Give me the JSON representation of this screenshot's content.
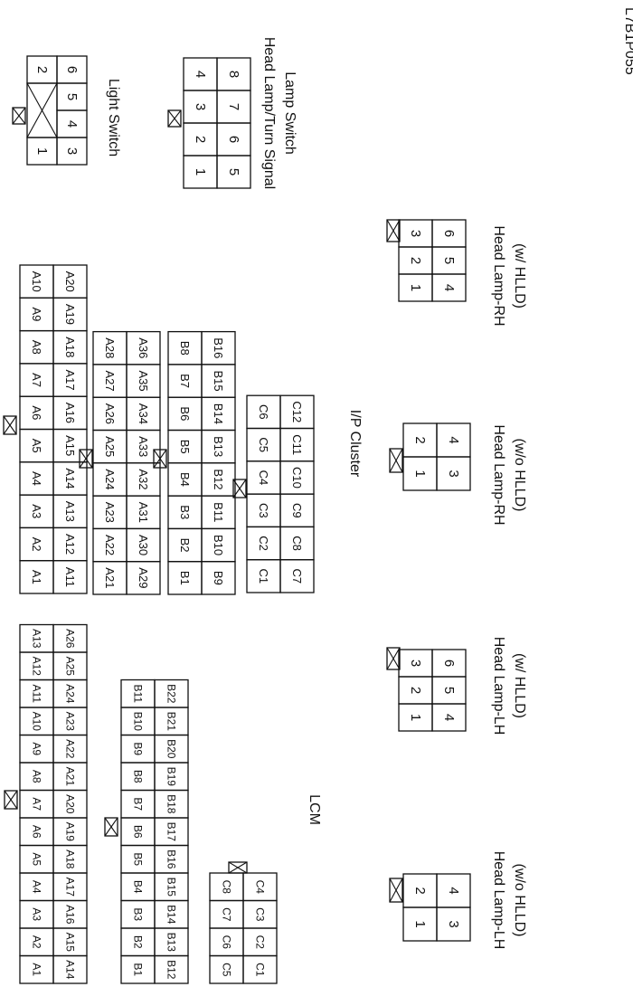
{
  "figure_code": "L7B1P055",
  "light_switch": {
    "label": "Light Switch",
    "row1": [
      "1",
      "",
      "2"
    ],
    "row2": [
      "3",
      "4",
      "5",
      "6"
    ]
  },
  "turn_signal_switch": {
    "label_line1": "Head Lamp/Turn Signal",
    "label_line2": "Lamp Switch",
    "row1": [
      "1",
      "2",
      "3",
      "4"
    ],
    "row2": [
      "5",
      "6",
      "7",
      "8"
    ]
  },
  "ip_cluster": {
    "label": "I/P Cluster",
    "connector_a": {
      "row1": [
        "A1",
        "A2",
        "A3",
        "A4",
        "A5",
        "A6",
        "A7",
        "A8",
        "A9",
        "A10"
      ],
      "row2": [
        "A11",
        "A12",
        "A13",
        "A14",
        "A15",
        "A16",
        "A17",
        "A18",
        "A19",
        "A20"
      ]
    },
    "connector_a2": {
      "row1": [
        "A21",
        "A22",
        "A23",
        "A24",
        "A25",
        "A26",
        "A27",
        "A28"
      ],
      "row2": [
        "A29",
        "A30",
        "A31",
        "A32",
        "A33",
        "A34",
        "A35",
        "A36"
      ]
    },
    "connector_b": {
      "row1": [
        "B1",
        "B2",
        "B3",
        "B4",
        "B5",
        "B6",
        "B7",
        "B8"
      ],
      "row2": [
        "B9",
        "B10",
        "B11",
        "B12",
        "B13",
        "B14",
        "B15",
        "B16"
      ]
    },
    "connector_c": {
      "row1": [
        "C1",
        "C2",
        "C3",
        "C4",
        "C5",
        "C6"
      ],
      "row2": [
        "C7",
        "C8",
        "C9",
        "C10",
        "C11",
        "C12"
      ]
    }
  },
  "lcm": {
    "label": "LCM",
    "connector_a": {
      "row1": [
        "A1",
        "A2",
        "A3",
        "A4",
        "A5",
        "A6",
        "A7",
        "A8",
        "A9",
        "A10",
        "A11",
        "A12",
        "A13"
      ],
      "row2": [
        "A14",
        "A15",
        "A16",
        "A17",
        "A18",
        "A19",
        "A20",
        "A21",
        "A22",
        "A23",
        "A24",
        "A25",
        "A26"
      ]
    },
    "connector_b": {
      "row1": [
        "B1",
        "B2",
        "B3",
        "B4",
        "B5",
        "B6",
        "B7",
        "B8",
        "B9",
        "B10",
        "B11"
      ],
      "row2": [
        "B12",
        "B13",
        "B14",
        "B15",
        "B16",
        "B17",
        "B18",
        "B19",
        "B20",
        "B21",
        "B22"
      ]
    },
    "connector_c": {
      "row1": [
        "C5",
        "C6",
        "C7",
        "C8"
      ],
      "row2": [
        "C1",
        "C2",
        "C3",
        "C4"
      ]
    }
  },
  "head_lamp_rh_hlld": {
    "label_line1": "Head Lamp-RH",
    "label_line2": "(w/ HLLD)",
    "row1": [
      "1",
      "2",
      "3"
    ],
    "row2": [
      "4",
      "5",
      "6"
    ]
  },
  "head_lamp_rh_no_hlld": {
    "label_line1": "Head Lamp-RH",
    "label_line2": "(w/o HLLD)",
    "row1": [
      "1",
      "2"
    ],
    "row2": [
      "3",
      "4"
    ]
  },
  "head_lamp_lh_hlld": {
    "label_line1": "Head Lamp-LH",
    "label_line2": "(w/ HLLD)",
    "row1": [
      "1",
      "2",
      "3"
    ],
    "row2": [
      "4",
      "5",
      "6"
    ]
  },
  "head_lamp_lh_no_hlld": {
    "label_line1": "Head Lamp-LH",
    "label_line2": "(w/o HLLD)",
    "row1": [
      "1",
      "2"
    ],
    "row2": [
      "3",
      "4"
    ]
  }
}
